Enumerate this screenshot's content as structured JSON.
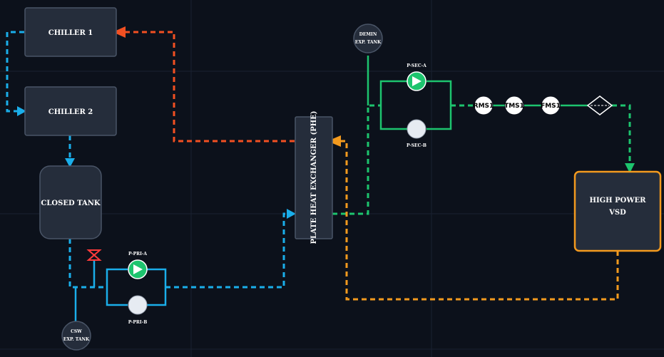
{
  "colors": {
    "background": "#0c111b",
    "box_fill": "#252d3b",
    "box_stroke": "#4a5567",
    "hot_return": "#f25022",
    "chilled": "#1aaeea",
    "secondary": "#1dc46e",
    "return_orange": "#f39a1e",
    "vsd_border": "#f39a1e",
    "pump_on": "#1dc46e",
    "pump_off": "#e6ebf2",
    "valve": "#ff3b3b"
  },
  "equipment": {
    "chiller1": "CHILLER 1",
    "chiller2": "CHILLER 2",
    "closed_tank": "CLOSED TANK",
    "phe": "PLATE HEAT EXCHANGER (PHE)",
    "vsd_line1": "HIGH POWER",
    "vsd_line2": "VSD",
    "demin_line1": "DEMIN",
    "demin_line2": "EXP. TANK",
    "csw_line1": "CSW",
    "csw_line2": "EXP. TANK"
  },
  "pumps": {
    "pri_a": {
      "label": "P-PRI-A",
      "state": "running"
    },
    "pri_b": {
      "label": "P-PRI-B",
      "state": "standby"
    },
    "sec_a": {
      "label": "P-SEC-A",
      "state": "running"
    },
    "sec_b": {
      "label": "P-SEC-B",
      "state": "standby"
    }
  },
  "sensors": [
    "RMS1",
    "TMS1",
    "FMS1"
  ],
  "icons": {
    "valve": "butterfly-valve-icon",
    "strainer": "strainer-diamond-icon",
    "pump": "pump-icon"
  }
}
